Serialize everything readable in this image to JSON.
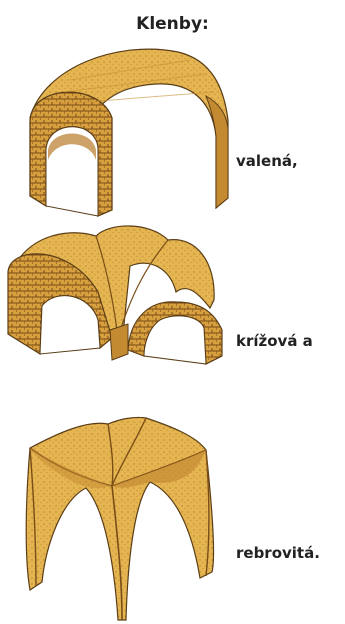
{
  "title": "Klenby:",
  "vaults": [
    {
      "label": "valená,",
      "icon": "barrel-vault-icon"
    },
    {
      "label": "krížová a",
      "icon": "groin-vault-icon"
    },
    {
      "label": "rebrovitá.",
      "icon": "rib-vault-icon"
    }
  ],
  "colors": {
    "stone": "#e2b24c",
    "stone_light": "#f0cc72",
    "stone_dark": "#b9822c",
    "outline": "#5a3d17",
    "brick": "#8a5a20",
    "text": "#222222"
  }
}
